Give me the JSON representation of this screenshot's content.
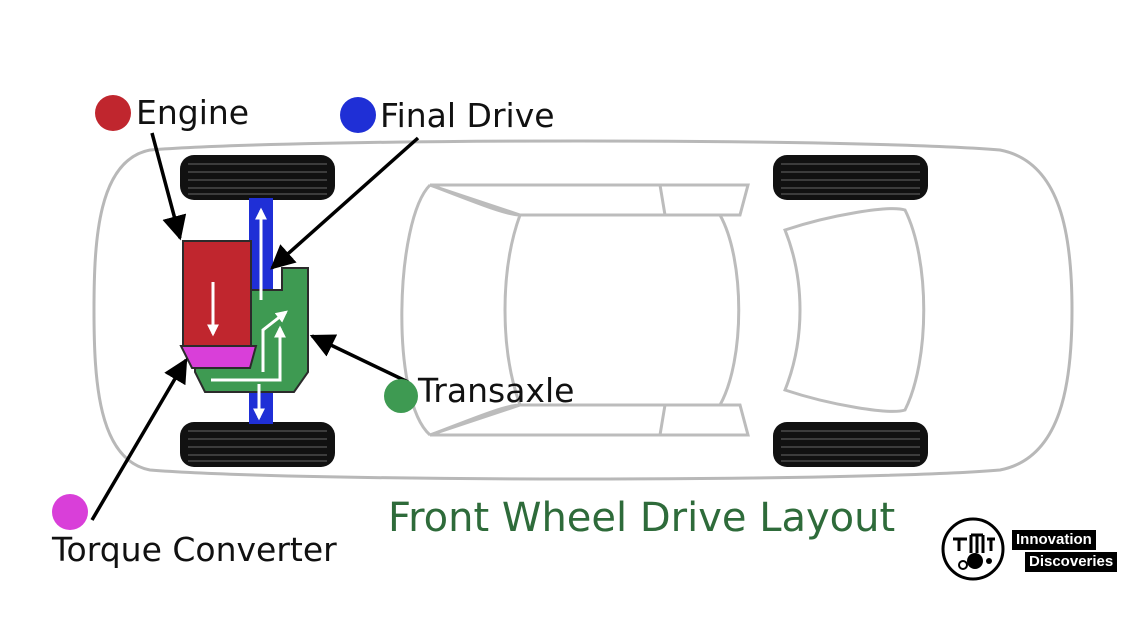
{
  "labels": {
    "engine": "Engine",
    "final_drive": "Final Drive",
    "transaxle": "Transaxle",
    "torque_converter": "Torque Converter"
  },
  "title": "Front Wheel Drive Layout",
  "watermark": {
    "line1": "Innovation",
    "line2": "Discoveries"
  },
  "colors": {
    "engine": "#c0262e",
    "final_drive": "#1f2fd6",
    "transaxle": "#3e9a52",
    "torque_converter": "#d93fd9",
    "title": "#2e6b3a",
    "car_outline": "#b8b8b8",
    "tire": "#111111"
  }
}
